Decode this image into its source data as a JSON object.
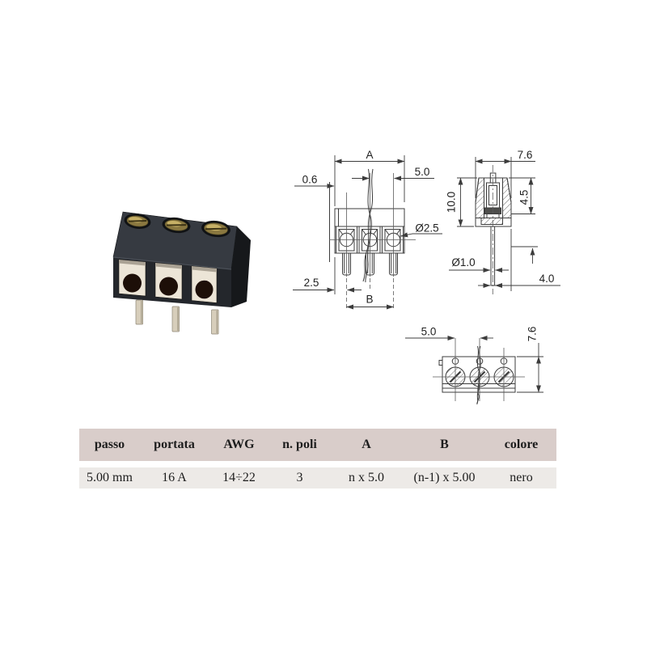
{
  "front_view": {
    "label_a": "A",
    "label_wall": "0.6",
    "label_pitch": "5.0",
    "label_hole_dia": "Ø2.5",
    "label_edge_to_pin": "2.5",
    "label_b": "B"
  },
  "side_view": {
    "label_width": "7.6",
    "label_height": "10.0",
    "label_upper_height": "4.5",
    "label_pin_dia": "Ø1.0",
    "label_pin_len": "4.0"
  },
  "top_view": {
    "label_pitch": "5.0",
    "label_depth": "7.6"
  },
  "spec_table": {
    "headers": [
      "passo",
      "portata",
      "AWG",
      "n. poli",
      "A",
      "B",
      "colore"
    ],
    "row": [
      "5.00 mm",
      "16 A",
      "14÷22",
      "3",
      "n x 5.0",
      "(n-1) x 5.00",
      "nero"
    ]
  },
  "colors": {
    "table_header_bg": "#d9cdca",
    "table_row_bg": "#edeae7",
    "drawing_line": "#3c3c3c",
    "photo_body": "#24272c",
    "photo_brass": "#8a7840",
    "photo_pin": "#d7cebb"
  }
}
